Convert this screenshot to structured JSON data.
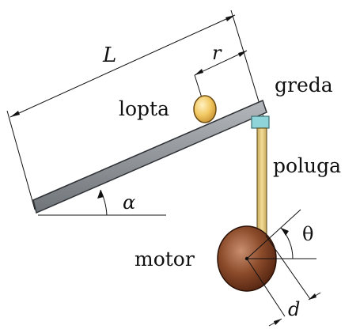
{
  "labels": {
    "L": "L",
    "r": "r",
    "lopta": "lopta",
    "greda": "greda",
    "poluga": "poluga",
    "alpha": "α",
    "theta": "θ",
    "motor": "motor",
    "d": "d"
  },
  "colors": {
    "beam_top": "#b4b8bc",
    "beam_bottom": "#6f7479",
    "beam_outline": "#2f3236",
    "pivot": "#8fd4d8",
    "rod": "#e6c97a",
    "rod_outline": "#6b5a2a",
    "ball": "#f2c862",
    "ball_highlight": "#fff1c2",
    "motor_dark": "#4a1e0c",
    "motor_mid": "#8a4a2a",
    "motor_light": "#c98f6e",
    "line": "#111111"
  }
}
